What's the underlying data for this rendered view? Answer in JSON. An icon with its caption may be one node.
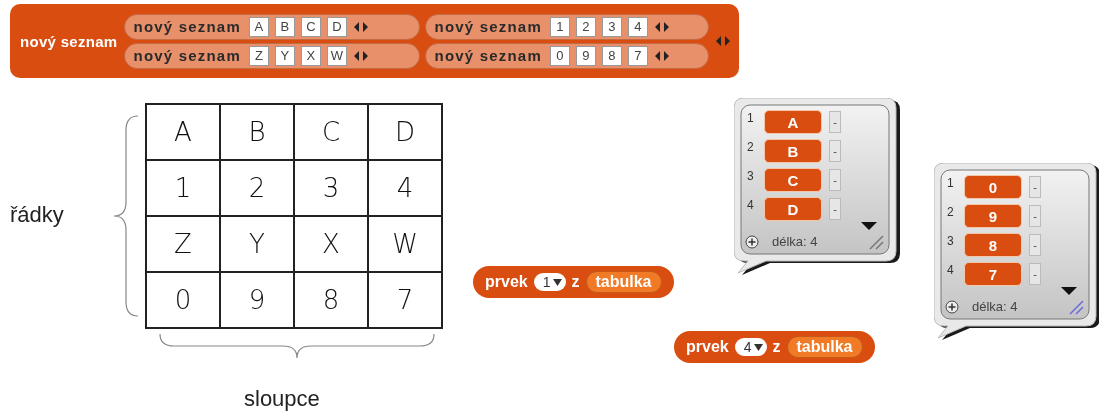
{
  "diagram": {
    "nodes": [
      {
        "text": [
          "nový seznam"
        ]
      },
      {
        "text": [
          "nový seznam",
          "A",
          "B",
          "C",
          "D"
        ],
        "in": 0
      },
      {
        "text": [
          "nový seznam",
          "1",
          "2",
          "3",
          "4"
        ],
        "in": 0
      },
      {
        "text": [
          "nový seznam",
          "Z",
          "Y",
          "X",
          "W"
        ],
        "in": 0
      },
      {
        "text": [
          "nový seznam",
          "0",
          "9",
          "8",
          "7"
        ],
        "in": 0
      },
      {
        "text": [
          "1",
          "A",
          "-",
          "2",
          "B",
          "-",
          "3",
          "C",
          "-",
          "4",
          "D",
          "-",
          "délka: 4"
        ]
      },
      {
        "text": [
          "1",
          "0",
          "-",
          "2",
          "9",
          "-",
          "3",
          "8",
          "-",
          "4",
          "7",
          "-",
          "délka: 4"
        ]
      },
      {
        "text": [
          "prvek",
          "1",
          "z",
          "tabulka"
        ]
      },
      {
        "text": [
          "prvek",
          "4",
          "z",
          "tabulka"
        ]
      }
    ],
    "labels": [
      "A",
      "B",
      "C",
      "D",
      "1",
      "2",
      "3",
      "4",
      "Z",
      "Y",
      "X",
      "W",
      "0",
      "9",
      "8",
      "7",
      "řádky",
      "sloupce"
    ]
  }
}
